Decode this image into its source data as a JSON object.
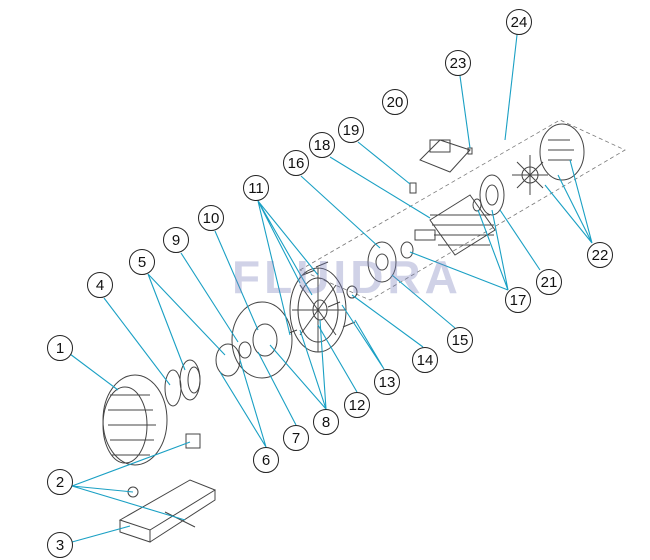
{
  "watermark": "FLUIDRA",
  "leader_color": "#1aa0c4",
  "callouts": [
    "1",
    "2",
    "3",
    "4",
    "5",
    "6",
    "7",
    "8",
    "9",
    "10",
    "11",
    "12",
    "13",
    "14",
    "15",
    "16",
    "17",
    "18",
    "19",
    "20",
    "21",
    "22",
    "23",
    "24"
  ]
}
